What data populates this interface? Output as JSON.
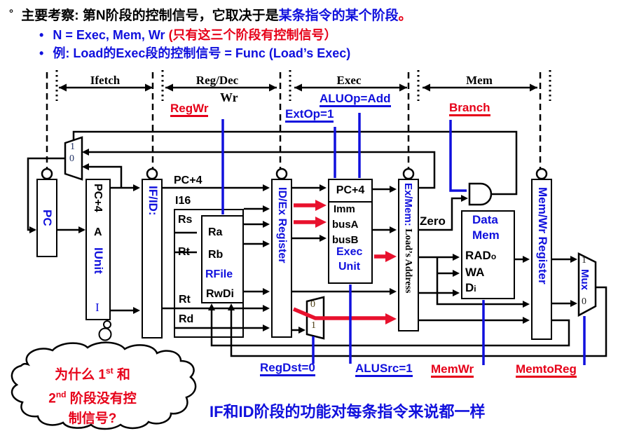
{
  "header": {
    "line1": {
      "bullet": "°",
      "black": "主要考察: 第N阶段的控制信号，它取决于是",
      "blue": "某条指令的某个阶段",
      "red": "。"
    },
    "line2": {
      "bullet": "•",
      "blue": "N  =  Exec, Mem,  Wr ",
      "red": "(只有这三个阶段有控制信号）"
    },
    "line3": {
      "bullet": "•",
      "blue": "例: Load的Exec段的控制信号 = Func (Load’s Exec)"
    }
  },
  "stages": {
    "s0": "Ifetch",
    "s1": "Reg/Dec",
    "s2": "Exec",
    "s3": "Mem"
  },
  "controls": {
    "wr": "Wr",
    "regwr": "RegWr",
    "extop": "ExtOp=1",
    "aluop": "ALUOp=Add",
    "branch": "Branch",
    "regdst": "RegDst=0",
    "alusrc": "ALUSrc=1",
    "memwr": "MemWr",
    "memtoreg": "MemtoReg"
  },
  "wire_labels": {
    "pc4": "PC+4",
    "i16": "I16",
    "rs": "Rs",
    "rt": "Rt",
    "rd": "Rd",
    "zero": "Zero"
  },
  "blocks": {
    "pc": "PC",
    "iunit": {
      "pc4": "PC+4",
      "a": "A",
      "name": "IUnit",
      "i": "I"
    },
    "ifid": "IF/ID:",
    "rfile": {
      "ra": "Ra",
      "rb": "Rb",
      "name": "RFile",
      "rwdi": "RwDi"
    },
    "idex": "ID/Ex Register",
    "exec": {
      "pc4": "PC+4",
      "imm": "Imm",
      "busa": "busA",
      "busb": "busB",
      "name1": "Exec",
      "name2": "Unit"
    },
    "exmem": {
      "blue": "Ex/Mem:",
      "black": " Load’s Address"
    },
    "datamem": {
      "l1": "Data",
      "l2": "Mem",
      "p1": "RAD",
      "p1s": "o",
      "p2": "WA",
      "p3": "D",
      "p3s": "i"
    },
    "memwr_reg": "Mem/Wr Register",
    "mux": {
      "name": "Mux",
      "one": "1",
      "zero": "0"
    }
  },
  "cloud": {
    "l1a": "为什么 1",
    "l1sup": "st",
    "l1b": " 和",
    "l2a": "2",
    "l2sup": "nd",
    "l2b": " 阶段没有控",
    "l3": "制信号?"
  },
  "footer": "IF和ID阶段的功能对每条指令来说都一样",
  "colors": {
    "blue": "#1010dd",
    "red": "#e60018",
    "datapath_red": "#e8112d",
    "black": "#000000"
  }
}
